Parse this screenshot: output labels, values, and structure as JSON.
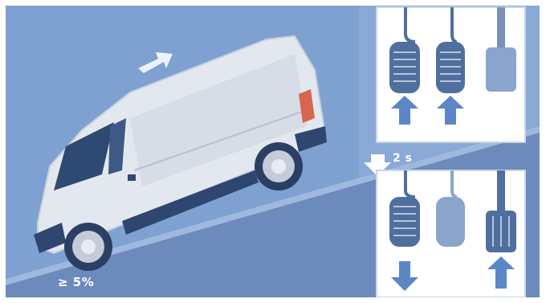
{
  "scene": {
    "grade_label": "≥ 5%",
    "delay_label": "2 s"
  },
  "panels": [
    {
      "step": "before",
      "pedals": [
        {
          "name": "clutch",
          "state": "pressed"
        },
        {
          "name": "brake",
          "state": "pressed"
        },
        {
          "name": "accelerator",
          "state": "released"
        }
      ]
    },
    {
      "step": "after",
      "pedals": [
        {
          "name": "clutch",
          "state": "released"
        },
        {
          "name": "brake",
          "state": "released"
        },
        {
          "name": "accelerator",
          "state": "pressed"
        }
      ]
    }
  ],
  "colors": {
    "sky": "#7ea1d1",
    "slope": "#6c8abb",
    "panel_bg": "#ffffff",
    "pedal_active": "#4f6f9f",
    "pedal_inactive": "#8aa4cc",
    "arrow": "#5c86c6"
  }
}
